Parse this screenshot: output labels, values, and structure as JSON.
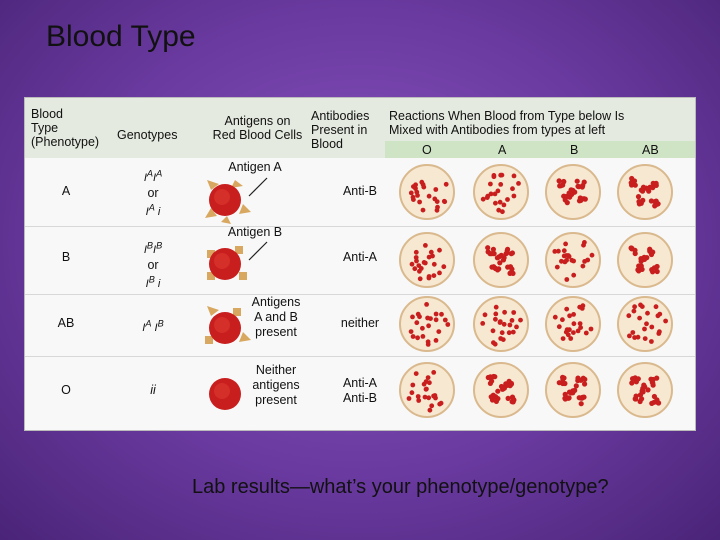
{
  "slide_title": "Blood Type",
  "headers": {
    "blood_type": [
      "Blood",
      "Type",
      "(Phenotype)"
    ],
    "genotypes": "Genotypes",
    "antigens": [
      "Antigens on",
      "Red Blood Cells"
    ],
    "antibodies": [
      "Antibodies",
      "Present in",
      "Blood"
    ],
    "reactions": [
      "Reactions When Blood from Type below Is",
      "Mixed with Antibodies from types at left"
    ],
    "reaction_cols": [
      "O",
      "A",
      "B",
      "AB"
    ]
  },
  "rows": [
    {
      "phenotype": "A",
      "genotype": [
        "IAIA",
        "or",
        "IAi"
      ],
      "antigen_label": "Antigen A",
      "antigen_present": "",
      "antibodies": [
        "Anti-B"
      ],
      "reactions": [
        "none",
        "none",
        "clump",
        "clump"
      ]
    },
    {
      "phenotype": "B",
      "genotype": [
        "IBIB",
        "or",
        "IBi"
      ],
      "antigen_label": "Antigen B",
      "antigen_present": "",
      "antibodies": [
        "Anti-A"
      ],
      "reactions": [
        "none",
        "clump",
        "none",
        "clump"
      ]
    },
    {
      "phenotype": "AB",
      "genotype": [
        "IAIB"
      ],
      "antigen_label": "",
      "antigen_present": [
        "Antigens",
        "A and B",
        "present"
      ],
      "antibodies": [
        "neither"
      ],
      "reactions": [
        "none",
        "none",
        "none",
        "none"
      ]
    },
    {
      "phenotype": "O",
      "genotype": [
        "ii"
      ],
      "antigen_label": "",
      "antigen_present": [
        "Neither",
        "antigens",
        "present"
      ],
      "antibodies": [
        "Anti-A",
        "Anti-B"
      ],
      "reactions": [
        "none",
        "clump",
        "clump",
        "clump"
      ]
    }
  ],
  "footer": "Lab results—what’s your phenotype/genotype?",
  "colors": {
    "cell_red": "#c81e1e",
    "antigen_gold": "#d8a860",
    "dish_fill": "#f7e8d2",
    "dish_rim": "#d9b98d"
  }
}
